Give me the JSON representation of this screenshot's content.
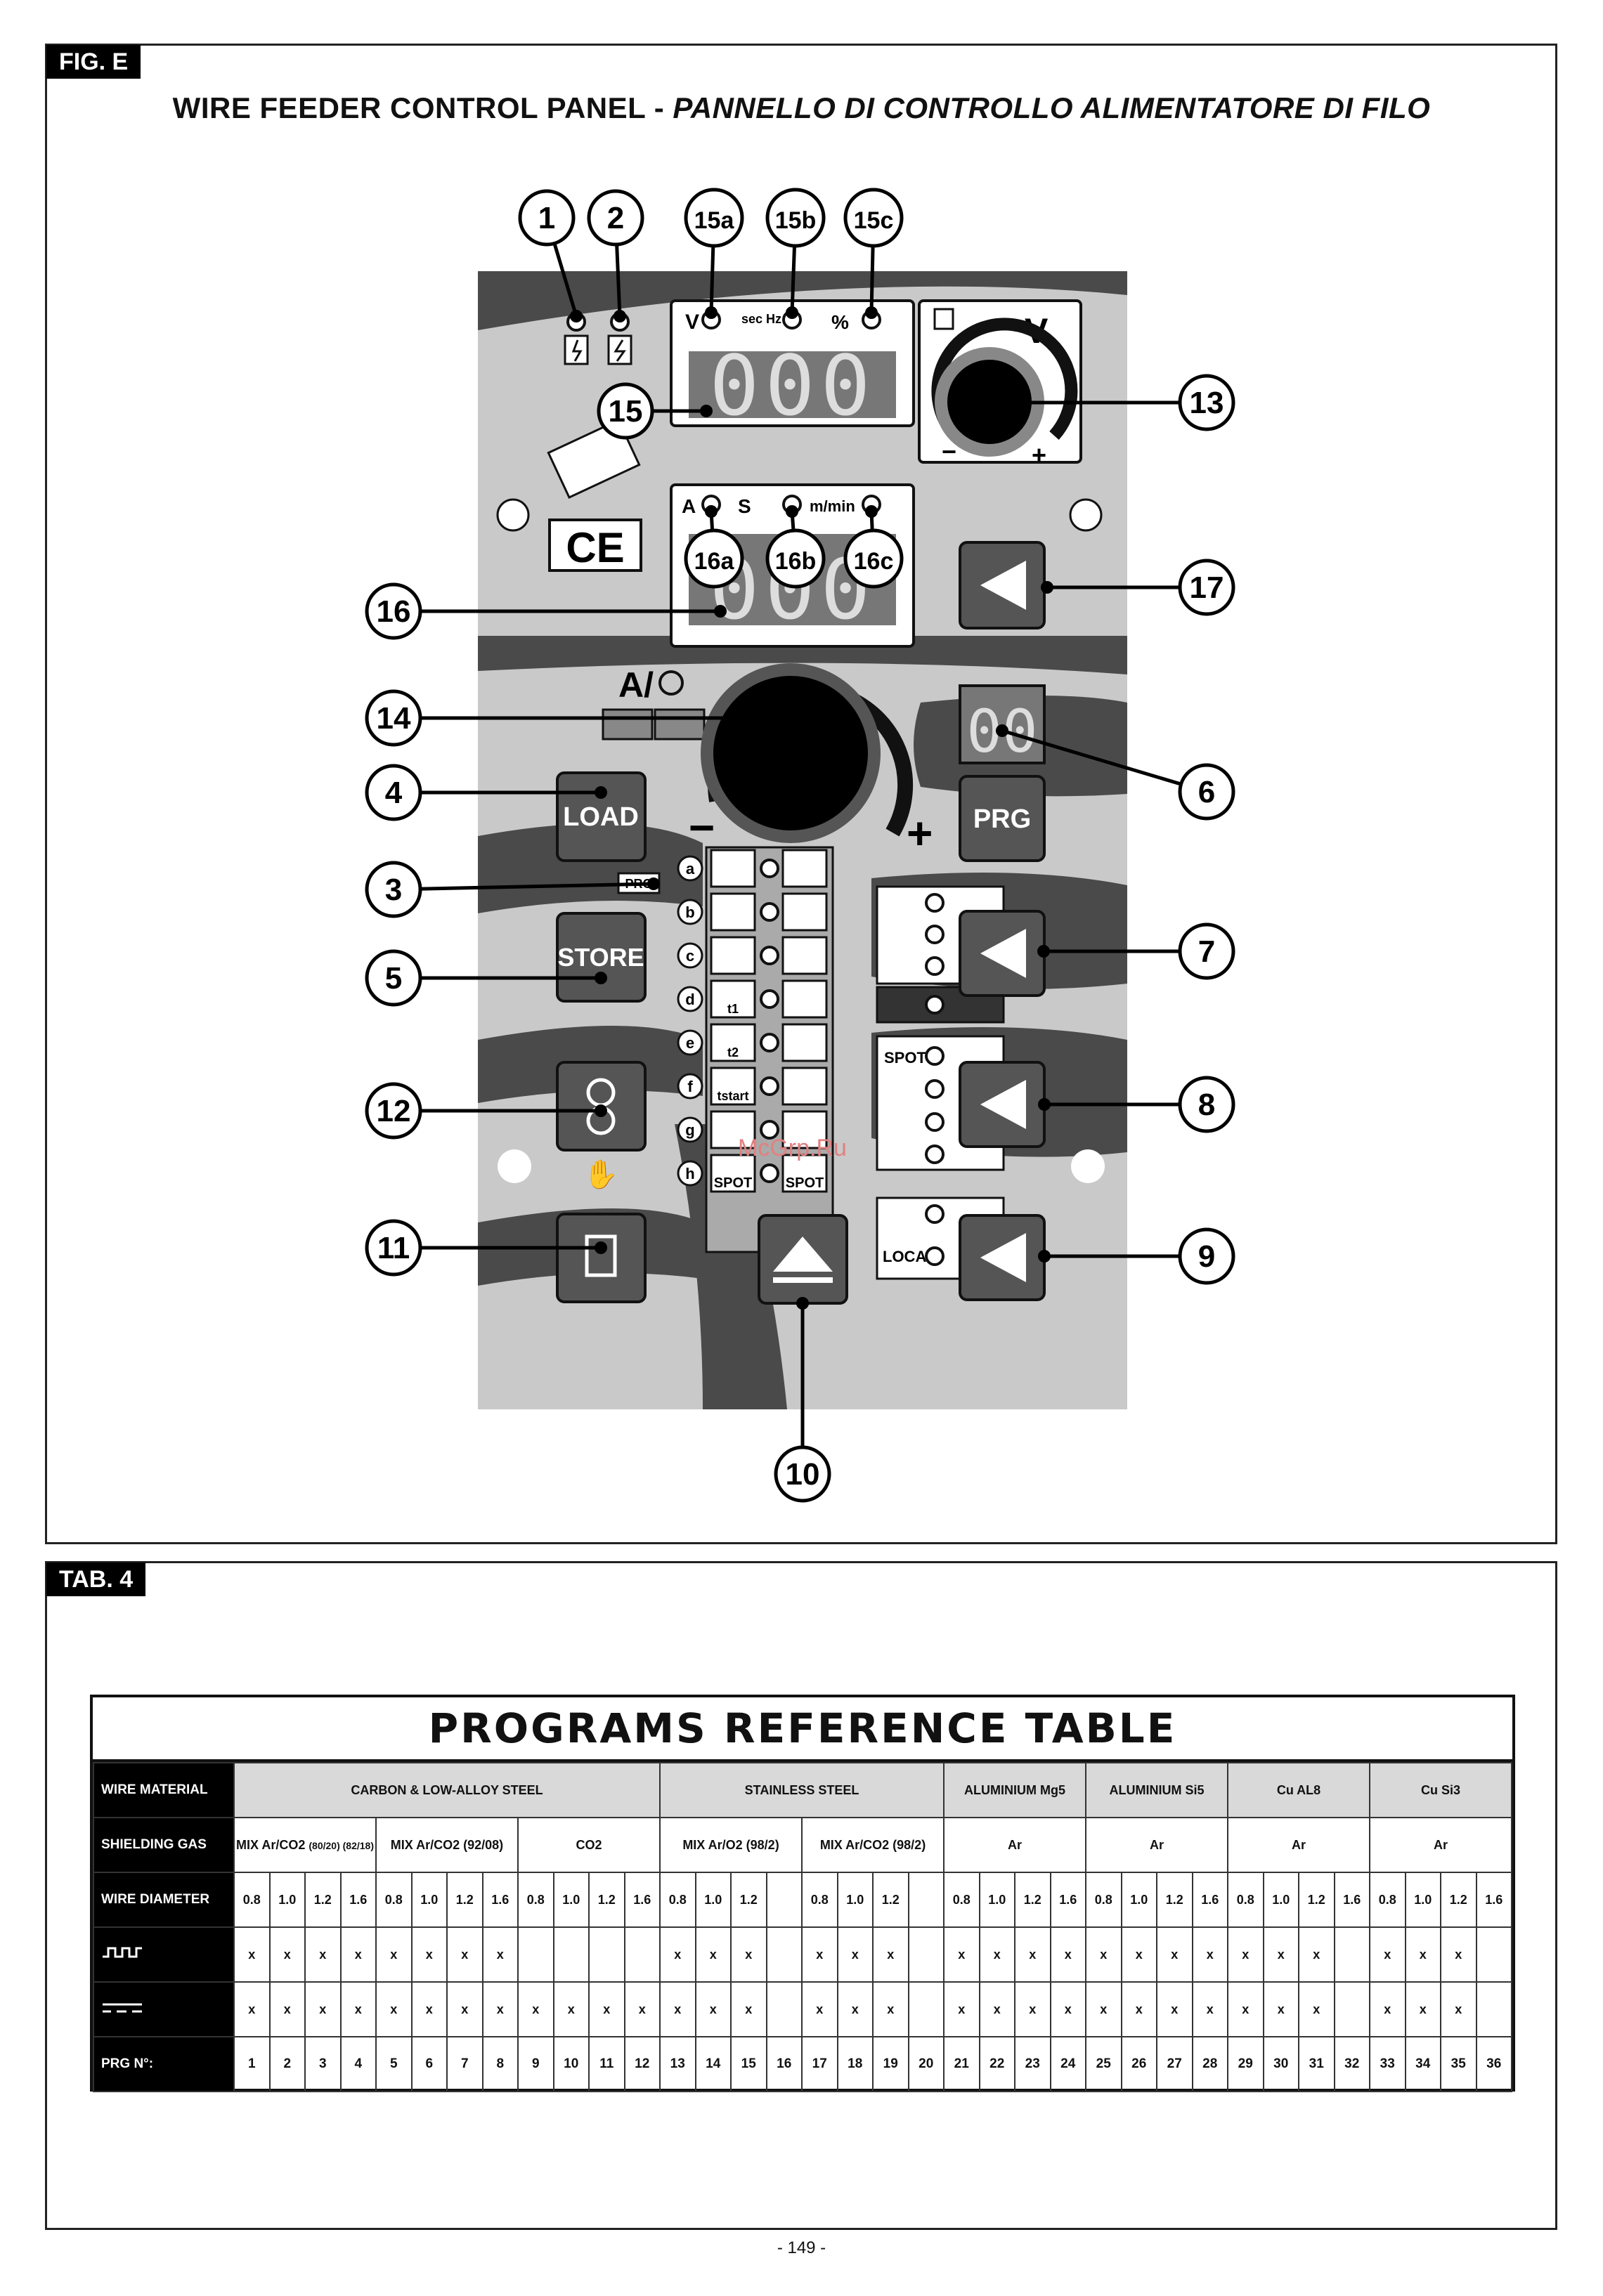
{
  "fig": {
    "tag": "FIG. E",
    "title_normal": "WIRE FEEDER CONTROL PANEL - ",
    "title_italic": "PANNELLO DI CONTROLLO ALIMENTATORE DI FILO"
  },
  "panel": {
    "display_top": "000",
    "display_bottom": "000",
    "display_small": "00",
    "led_labels_top": [
      "V",
      "sec Hz",
      "%"
    ],
    "led_labels_bottom": [
      "A",
      "S",
      "m/min"
    ],
    "knob_top_label": "V",
    "knob_main_label": "A/",
    "minus": "−",
    "plus": "+",
    "buttons": {
      "load": "LOAD",
      "store": "STORE",
      "prg": "PRG",
      "prg_small": "PRG"
    },
    "letters": [
      "a",
      "b",
      "c",
      "d",
      "e",
      "f",
      "g",
      "h"
    ],
    "spot": "SPOT",
    "local": "LOCAL",
    "t1": "t1",
    "t2": "t2",
    "tstart": "tstart",
    "watermark": "McGrp.Ru"
  },
  "callouts": [
    "1",
    "2",
    "15a",
    "15b",
    "15c",
    "15",
    "13",
    "16a",
    "16b",
    "16c",
    "16",
    "17",
    "14",
    "4",
    "6",
    "3",
    "7",
    "5",
    "12",
    "8",
    "11",
    "9",
    "10"
  ],
  "tab": {
    "tag": "TAB. 4",
    "title": "PROGRAMS  REFERENCE  TABLE",
    "row_wire_material": "WIRE MATERIAL",
    "row_shielding_gas": "SHIELDING GAS",
    "row_wire_diameter": "WIRE DIAMETER",
    "row_prg": "PRG N°:",
    "materials": [
      "CARBON & LOW-ALLOY STEEL",
      "STAINLESS STEEL",
      "ALUMINIUM Mg5",
      "ALUMINIUM Si5",
      "Cu AL8",
      "Cu Si3"
    ],
    "gases": [
      "MIX Ar/CO2",
      "(80/20) (82/18)",
      "MIX Ar/CO2 (92/08)",
      "CO2",
      "MIX Ar/O2 (98/2)",
      "MIX Ar/CO2 (98/2)",
      "Ar",
      "Ar",
      "Ar",
      "Ar"
    ],
    "diameters": [
      "0.8",
      "1.0",
      "1.2",
      "1.6",
      "0.8",
      "1.0",
      "1.2",
      "1.6",
      "0.8",
      "1.0",
      "1.2",
      "1.6",
      "0.8",
      "1.0",
      "1.2",
      "",
      "0.8",
      "1.0",
      "1.2",
      "",
      "0.8",
      "1.0",
      "1.2",
      "1.6",
      "0.8",
      "1.0",
      "1.2",
      "1.6",
      "0.8",
      "1.0",
      "1.2",
      "1.6",
      "0.8",
      "1.0",
      "1.2",
      "1.6"
    ],
    "pulse_row": [
      "x",
      "x",
      "x",
      "x",
      "x",
      "x",
      "x",
      "x",
      "",
      "",
      "",
      "",
      "x",
      "x",
      "x",
      "",
      "x",
      "x",
      "x",
      "",
      "x",
      "x",
      "x",
      "x",
      "x",
      "x",
      "x",
      "x",
      "x",
      "x",
      "x",
      "",
      "x",
      "x",
      "x",
      ""
    ],
    "dc_row": [
      "x",
      "x",
      "x",
      "x",
      "x",
      "x",
      "x",
      "x",
      "x",
      "x",
      "x",
      "x",
      "x",
      "x",
      "x",
      "",
      "x",
      "x",
      "x",
      "",
      "x",
      "x",
      "x",
      "x",
      "x",
      "x",
      "x",
      "x",
      "x",
      "x",
      "x",
      "",
      "x",
      "x",
      "x",
      ""
    ],
    "prg_numbers": [
      "1",
      "2",
      "3",
      "4",
      "5",
      "6",
      "7",
      "8",
      "9",
      "10",
      "11",
      "12",
      "13",
      "14",
      "15",
      "16",
      "17",
      "18",
      "19",
      "20",
      "21",
      "22",
      "23",
      "24",
      "25",
      "26",
      "27",
      "28",
      "29",
      "30",
      "31",
      "32",
      "33",
      "34",
      "35",
      "36"
    ]
  },
  "page_number": "- 149 -"
}
